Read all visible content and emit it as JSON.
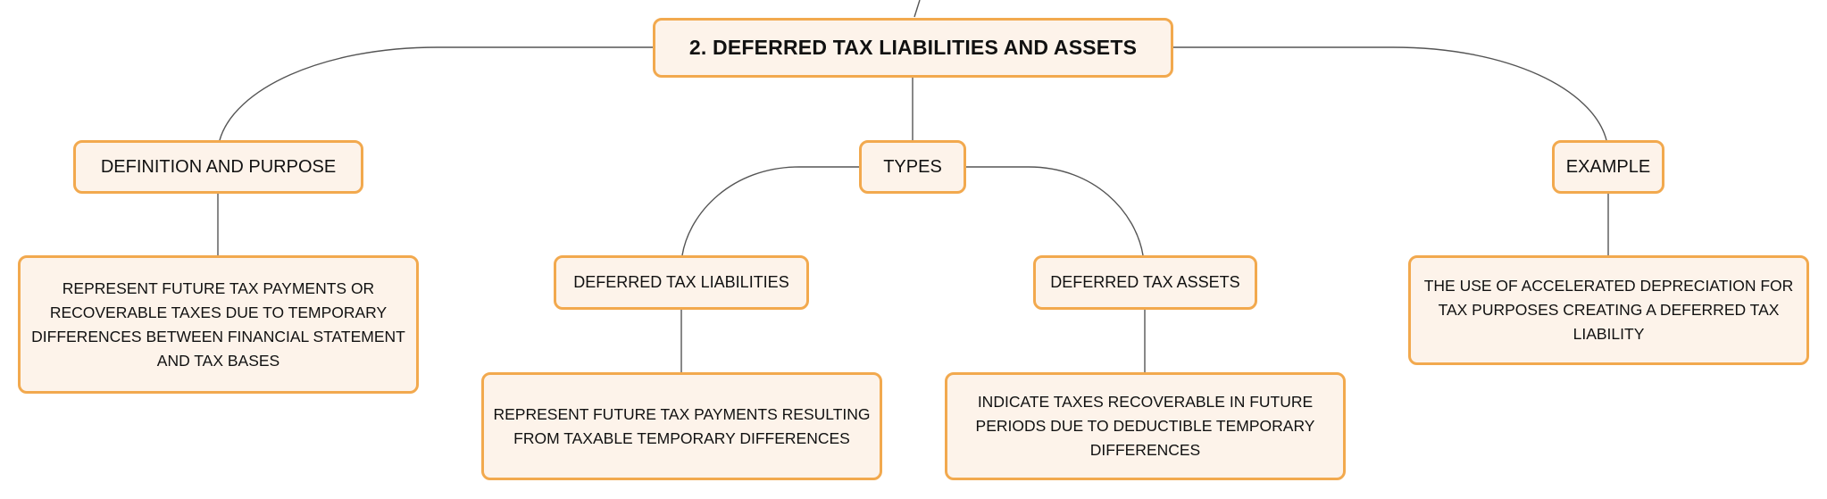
{
  "diagram": {
    "root": {
      "label": "2. DEFERRED TAX LIABILITIES AND ASSETS"
    },
    "definition": {
      "label": "DEFINITION AND PURPOSE",
      "detail": "REPRESENT FUTURE TAX PAYMENTS OR RECOVERABLE TAXES DUE TO TEMPORARY DIFFERENCES BETWEEN FINANCIAL STATEMENT AND TAX BASES"
    },
    "types": {
      "label": "TYPES",
      "liabilities": {
        "label": "DEFERRED TAX LIABILITIES",
        "detail": "REPRESENT FUTURE TAX PAYMENTS RESULTING FROM TAXABLE TEMPORARY DIFFERENCES"
      },
      "assets": {
        "label": "DEFERRED TAX ASSETS",
        "detail": "INDICATE TAXES RECOVERABLE IN FUTURE PERIODS DUE TO DEDUCTIBLE TEMPORARY DIFFERENCES"
      }
    },
    "example": {
      "label": "EXAMPLE",
      "detail": "THE USE OF ACCELERATED DEPRECIATION FOR TAX PURPOSES CREATING A DEFERRED TAX LIABILITY"
    }
  },
  "colors": {
    "node_fill": "#fdf3ea",
    "node_border": "#f2a94e",
    "connector": "#555555",
    "text": "#111111"
  }
}
